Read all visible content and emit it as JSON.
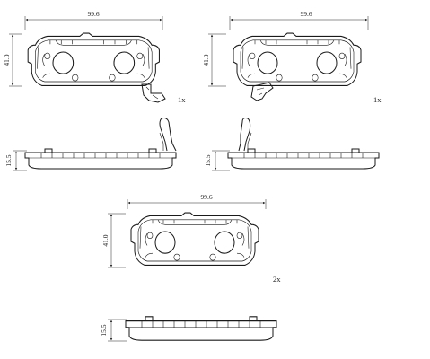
{
  "drawing": {
    "pad_a": {
      "width_label": "99.6",
      "height_label": "41.0",
      "thickness_label": "15.5",
      "quantity_label": "1x"
    },
    "pad_b": {
      "width_label": "99.6",
      "height_label": "41.0",
      "thickness_label": "15.5",
      "quantity_label": "1x"
    },
    "pad_c": {
      "width_label": "99.6",
      "height_label": "41.0",
      "thickness_label": "15.5",
      "quantity_label": "2x"
    }
  }
}
